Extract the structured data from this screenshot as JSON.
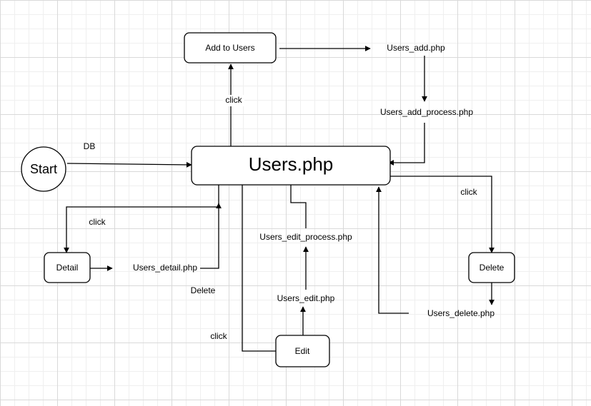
{
  "nodes": {
    "start": "Start",
    "users": "Users.php",
    "add_to_users": "Add to Users",
    "detail": "Detail",
    "delete": "Delete",
    "edit": "Edit"
  },
  "labels": {
    "db": "DB",
    "click_add": "click",
    "users_add": "Users_add.php",
    "users_add_process": "Users_add_process.php",
    "click_delete": "click",
    "users_delete": "Users_delete.php",
    "click_detail": "click",
    "users_detail": "Users_detail.php",
    "delete_text": "Delete",
    "click_edit": "click",
    "users_edit": "Users_edit.php",
    "users_edit_process": "Users_edit_process.php"
  }
}
